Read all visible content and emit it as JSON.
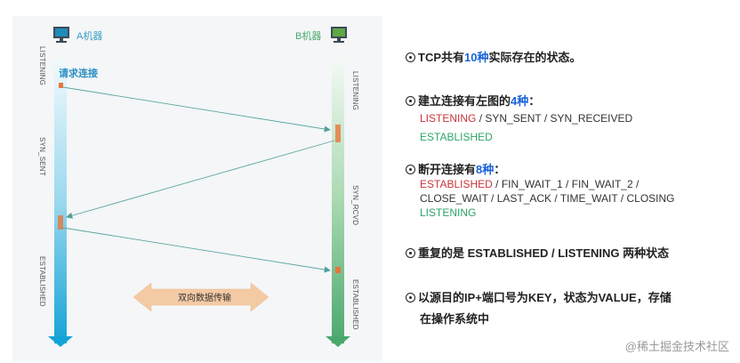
{
  "diagram": {
    "machine_a": "A机器",
    "machine_b": "B机器",
    "request_label": "请求连接",
    "transfer_label": "双向数据传输",
    "left_states": [
      "LISTENING",
      "SYN_SENT",
      "ESTABLISHED"
    ],
    "right_states": [
      "LISTENING",
      "SYN_RCVD",
      "ESTABLISHED"
    ],
    "colors": {
      "left_bar": "#24a9d6",
      "right_bar": "#57b27c",
      "arrow": "#5aa7a0",
      "marker": "#e8753a",
      "transfer_arrow": "#f2c49e"
    }
  },
  "notes": {
    "line1_prefix": "TCP共有",
    "line1_num": "10种",
    "line1_suffix": "实际存在的状态。",
    "line2_prefix": "建立连接有左图的",
    "line2_num": "4种",
    "line2_suffix": "：",
    "open_states_red": "LISTENING",
    "open_states_rest": " / SYN_SENT / SYN_RECEIVED",
    "open_states_green": "ESTABLISHED",
    "line3_prefix": "断开连接有",
    "line3_num": "8种",
    "line3_suffix": "：",
    "close_red": "ESTABLISHED",
    "close_rest1": " / FIN_WAIT_1 / FIN_WAIT_2 /",
    "close_line2": "CLOSE_WAIT / LAST_ACK / TIME_WAIT / CLOSING",
    "close_green": "LISTENING",
    "line4": "重复的是 ESTABLISHED / LISTENING 两种状态",
    "line5a": "以源目的IP+端口号为KEY，状态为VALUE，存储",
    "line5b": "在操作系统中"
  },
  "watermark": "@稀土掘金技术社区"
}
